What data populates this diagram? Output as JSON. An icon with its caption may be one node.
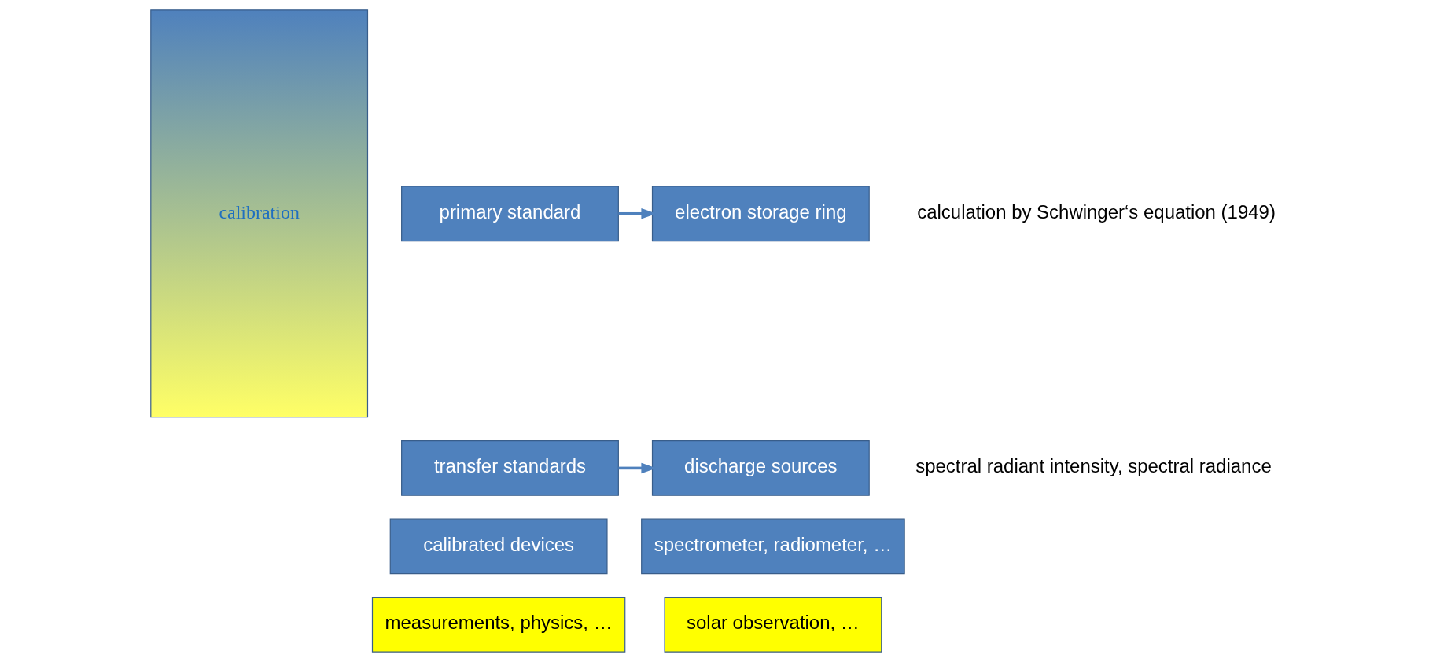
{
  "diagram": {
    "nodes": [
      {
        "text": [
          "calibration"
        ]
      },
      {
        "text": [
          "primary standard"
        ]
      },
      {
        "text": [
          "electron storage ring"
        ],
        "beside": [
          "calculation by Schwinger‘s equation (1949)"
        ]
      },
      {
        "text": [
          "transfer standards"
        ]
      },
      {
        "text": [
          "discharge sources"
        ],
        "beside": [
          "spectral radiant intensity, spectral radiance"
        ]
      },
      {
        "text": [
          "calibrated devices"
        ]
      },
      {
        "text": [
          "spectrometer, radiometer, …"
        ]
      },
      {
        "text": [
          "measurements, physics, …"
        ]
      },
      {
        "text": [
          "solar observation, …"
        ]
      }
    ],
    "edges": [
      {
        "from": 1,
        "to": 2,
        "arrow": "to"
      },
      {
        "from": 3,
        "to": 4,
        "arrow": "to"
      }
    ]
  }
}
